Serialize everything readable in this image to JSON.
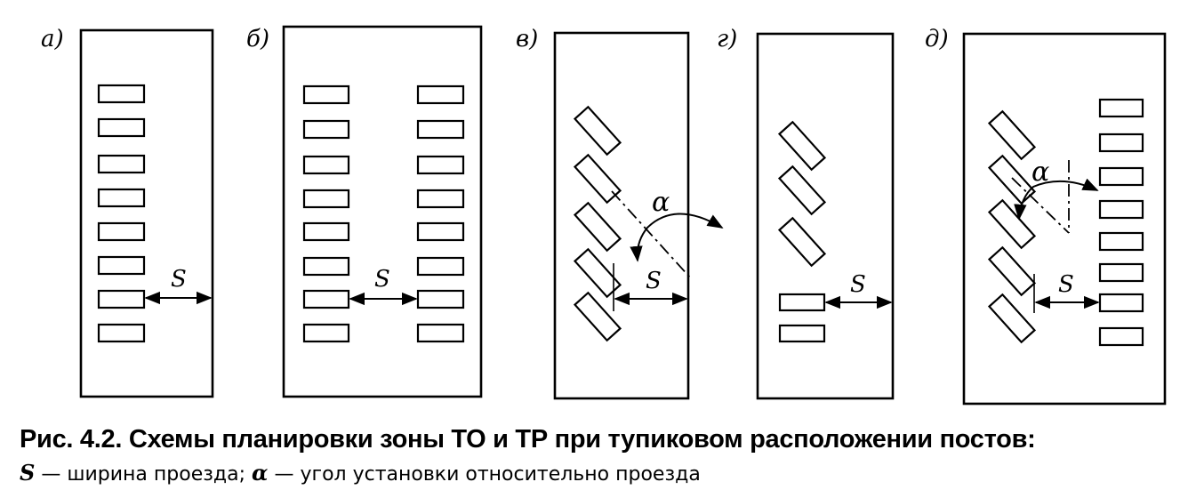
{
  "panels": [
    {
      "letter": "а)",
      "dimension_label": "S"
    },
    {
      "letter": "б)",
      "dimension_label": "S"
    },
    {
      "letter": "в)",
      "dimension_label": "S",
      "angle_label": "α"
    },
    {
      "letter": "г)",
      "dimension_label": "S"
    },
    {
      "letter": "д)",
      "dimension_label": "S",
      "angle_label": "α"
    }
  ],
  "caption": {
    "line1": "Рис. 4.2. Схемы планировки зоны ТО и ТР при тупиковом расположении постов:",
    "s_symbol": "S",
    "s_text": " — ширина проезда; ",
    "alpha_symbol": "α",
    "alpha_text": " — угол установки относительно проезда"
  },
  "colors": {
    "ink": "#000000",
    "background": "#ffffff"
  }
}
